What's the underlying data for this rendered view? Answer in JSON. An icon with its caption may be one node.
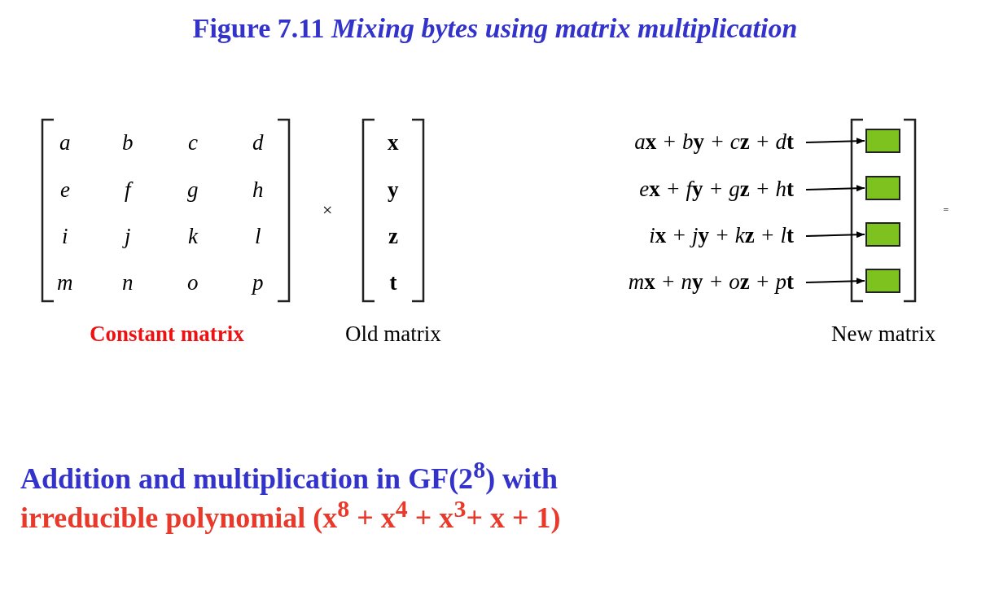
{
  "diagram": {
    "title": "Figure 7.11 *Mixing bytes using matrix multiplication*",
    "caption": "Addition and multiplication in  GF(2$^{8}$) with",
    "nodes": [
      {
        "text": [
          "a**x** + b**y** + c**z** + d**t**"
        ]
      },
      {
        "text": [
          "e**x** + f**y** + g**z** + h**t**"
        ]
      },
      {
        "text": [
          "i**x** + j**y** + k**z** + l**t**"
        ]
      },
      {
        "text": [
          "m**x** + n**y** + o**z** + p**t**"
        ]
      },
      {
        "text": [],
        "shape": "box"
      },
      {
        "text": [],
        "shape": "box"
      },
      {
        "text": [],
        "shape": "box"
      },
      {
        "text": [],
        "shape": "box"
      }
    ],
    "edges": [
      {
        "from": 0,
        "to": 4,
        "arrow": "to"
      },
      {
        "from": 1,
        "to": 5,
        "arrow": "to"
      },
      {
        "from": 2,
        "to": 6,
        "arrow": "to"
      },
      {
        "from": 3,
        "to": 7,
        "arrow": "to"
      }
    ],
    "labels": [
      "a",
      "b",
      "c",
      "d",
      "e",
      "f",
      "g",
      "h",
      "i",
      "j",
      "k",
      "l",
      "m",
      "n",
      "o",
      "p",
      "×",
      "x",
      "y",
      "z",
      "t",
      "=",
      "Constant matrix",
      "Old matrix",
      "New matrix",
      "irreducible polynomial  (x$^{8}$ + x$^{4}$ + x$^{3}$+ x + 1)"
    ]
  }
}
